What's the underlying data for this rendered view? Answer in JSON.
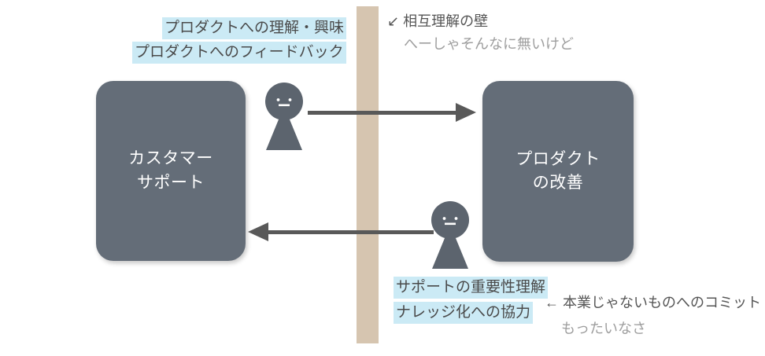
{
  "diagram": {
    "title_concept": "相互理解の壁",
    "colors": {
      "node_fill": "#646d78",
      "wall": "#d6c5b0",
      "arrow": "#595959",
      "highlight": "#cbeaf5",
      "text_dark": "#555555",
      "text_light": "#9e9e9e",
      "node_text": "#ffffff",
      "background": "#ffffff"
    },
    "nodes": [
      {
        "id": "support",
        "label": "カスタマー\nサポート"
      },
      {
        "id": "product",
        "label": "プロダクト\nの改善"
      }
    ],
    "wall": {
      "label": "相互理解の壁"
    },
    "people": [
      {
        "id": "person-left",
        "side": "support",
        "face": "neutral"
      },
      {
        "id": "person-right",
        "side": "product",
        "face": "neutral"
      }
    ],
    "arrows": [
      {
        "id": "to-product",
        "direction": "right",
        "from": "support",
        "to": "product"
      },
      {
        "id": "to-support",
        "direction": "left",
        "from": "product",
        "to": "support"
      }
    ],
    "annotations": {
      "top_left_1": "プロダクトへの理解・興味",
      "top_left_2": "プロダクトへのフィードバック",
      "wall_marker": "↙ 相互理解の壁",
      "wall_comment": "へーしゃそんなに無いけど",
      "bottom_left_1": "サポートの重要性理解",
      "bottom_left_2": "ナレッジ化への協力",
      "bottom_right_1": "← 本業じゃないものへのコミット",
      "bottom_right_2": "もったいなさ"
    }
  }
}
